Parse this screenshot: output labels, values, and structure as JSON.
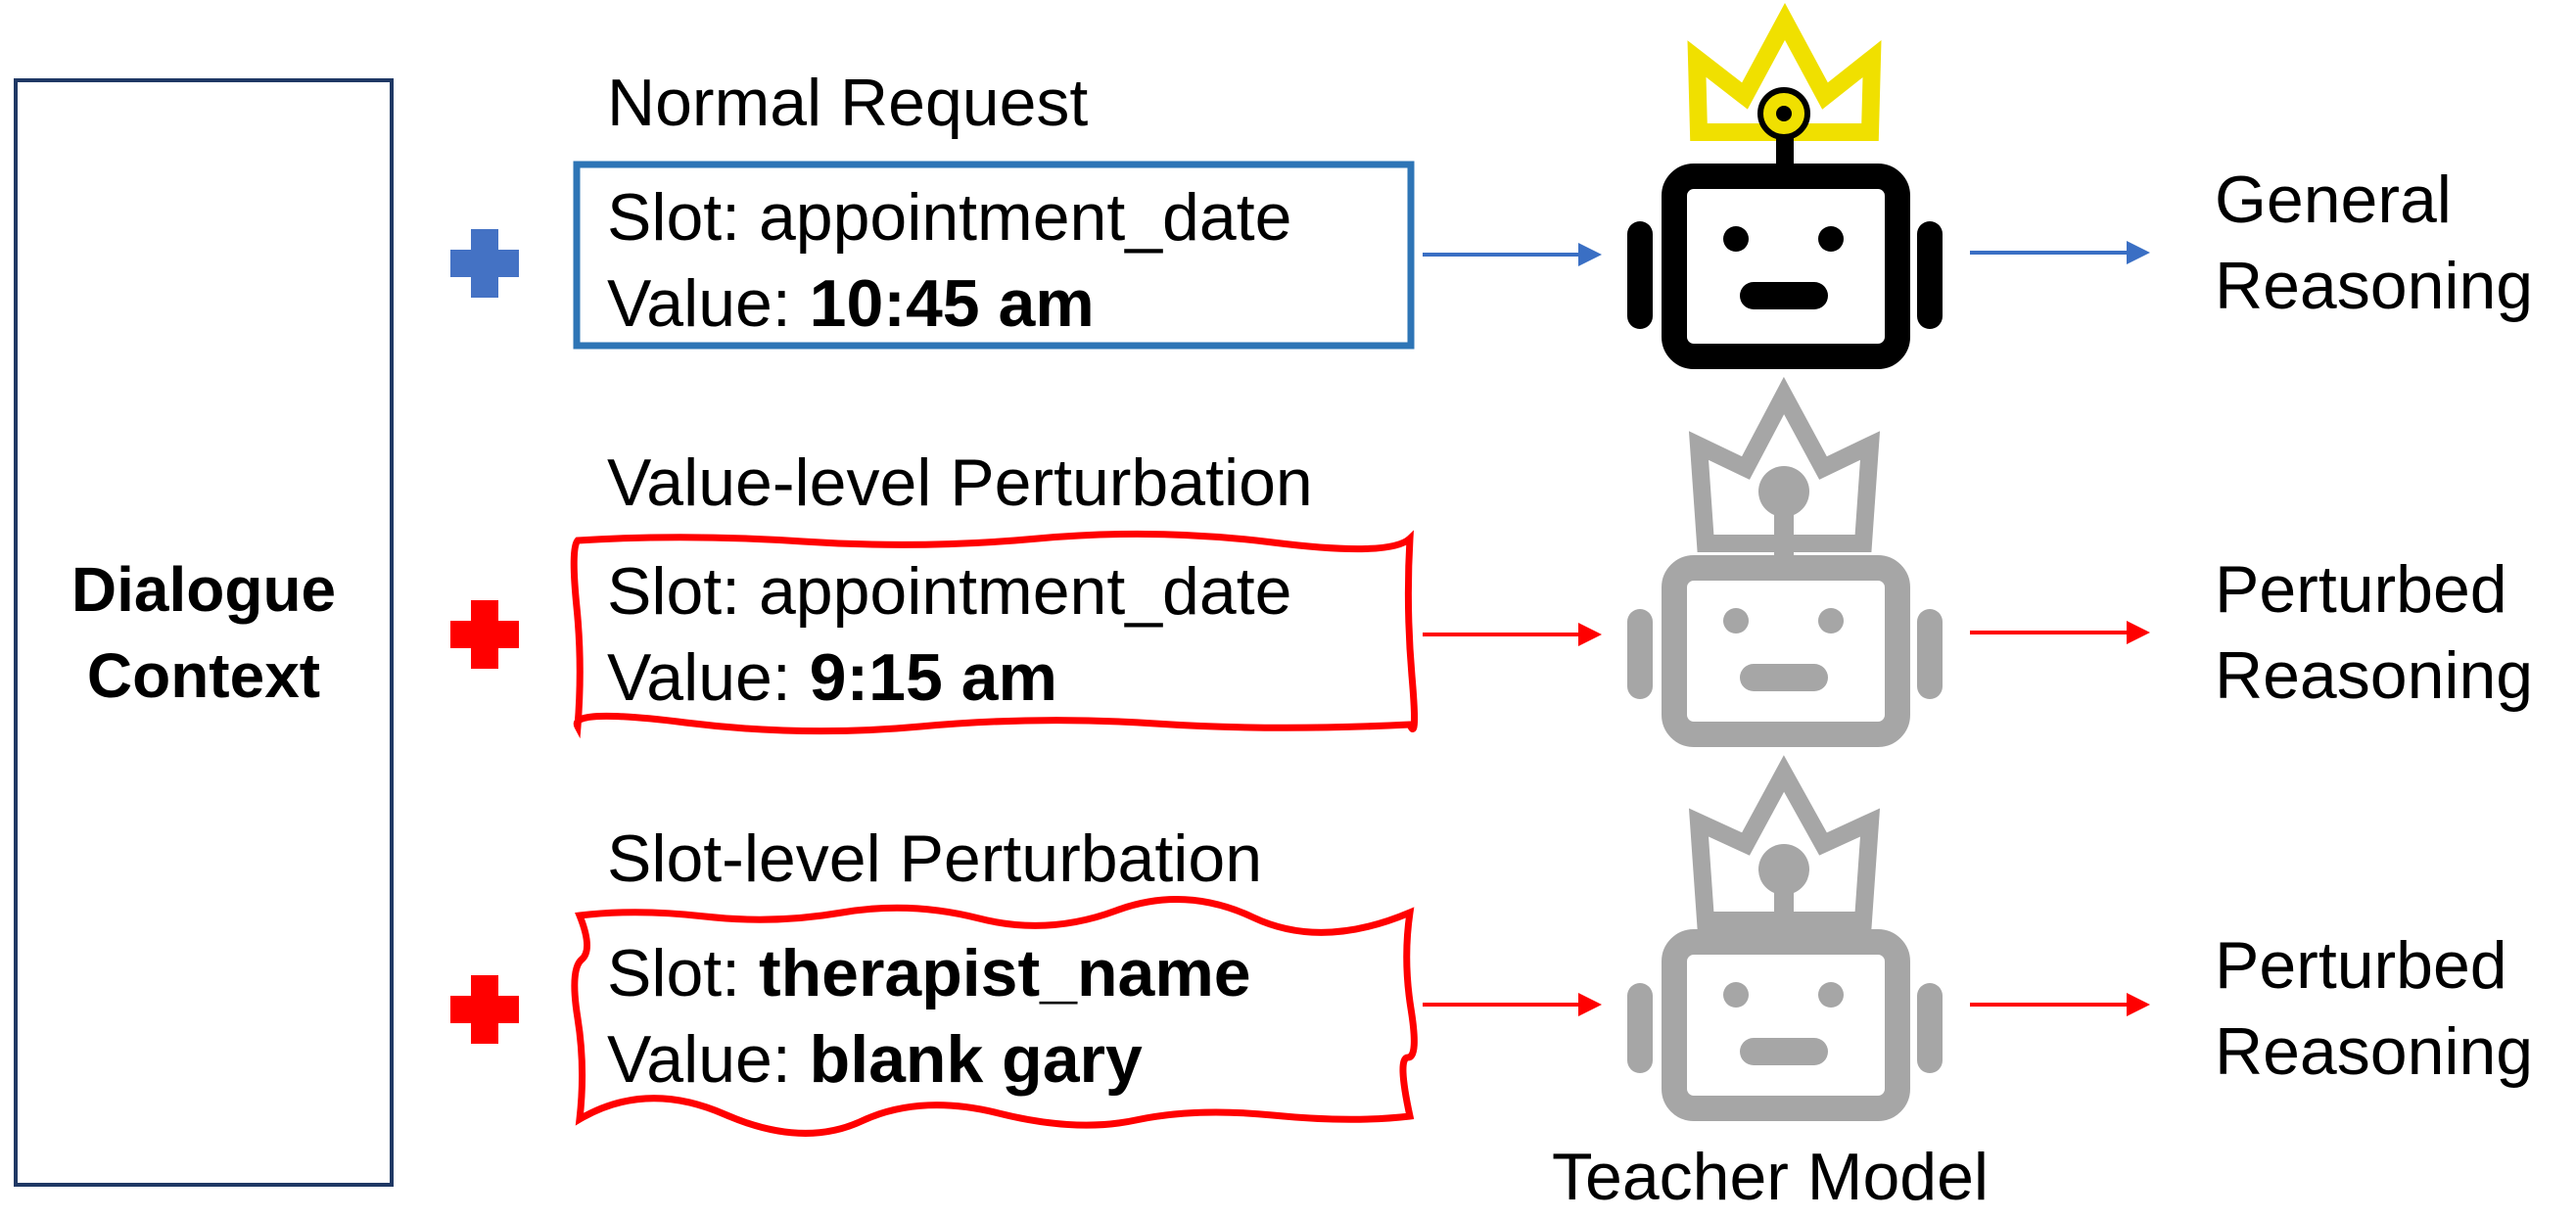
{
  "context": {
    "line1": "Dialogue",
    "line2": "Context"
  },
  "rows": [
    {
      "title": "Normal Request",
      "slot_prefix": "Slot: ",
      "slot": "appointment_date",
      "value_prefix": "Value: ",
      "value": "10:45 am",
      "output_line1": "General",
      "output_line2": "Reasoning",
      "color": "#3a6fc4",
      "box_color": "#2e75b6"
    },
    {
      "title": "Value-level Perturbation",
      "slot_prefix": "Slot: ",
      "slot": "appointment_date",
      "value_prefix": "Value: ",
      "value": "9:15 am",
      "output_line1": "Perturbed",
      "output_line2": "Reasoning",
      "color": "#ff0000",
      "box_color": "#ff0000"
    },
    {
      "title": "Slot-level Perturbation",
      "slot_prefix": "Slot: ",
      "slot": "therapist_name",
      "value_prefix": "Value: ",
      "value": "blank gary",
      "output_line1": "Perturbed",
      "output_line2": "Reasoning",
      "color": "#ff0000",
      "box_color": "#ff0000"
    }
  ],
  "teacher_label": "Teacher Model",
  "robot_colors": {
    "active": "#000000",
    "crown_active": "#f0e000",
    "inactive": "#a6a6a6"
  }
}
